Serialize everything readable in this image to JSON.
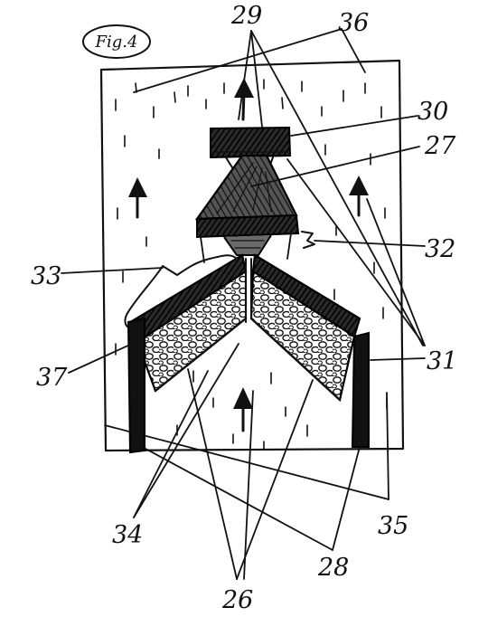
{
  "figure": {
    "title": "Fig.4",
    "labels": {
      "l26": "26",
      "l27": "27",
      "l28": "28",
      "l29": "29",
      "l30": "30",
      "l31": "31",
      "l32": "32",
      "l33": "33",
      "l34": "34",
      "l35": "35",
      "l36": "36",
      "l37": "37"
    }
  }
}
